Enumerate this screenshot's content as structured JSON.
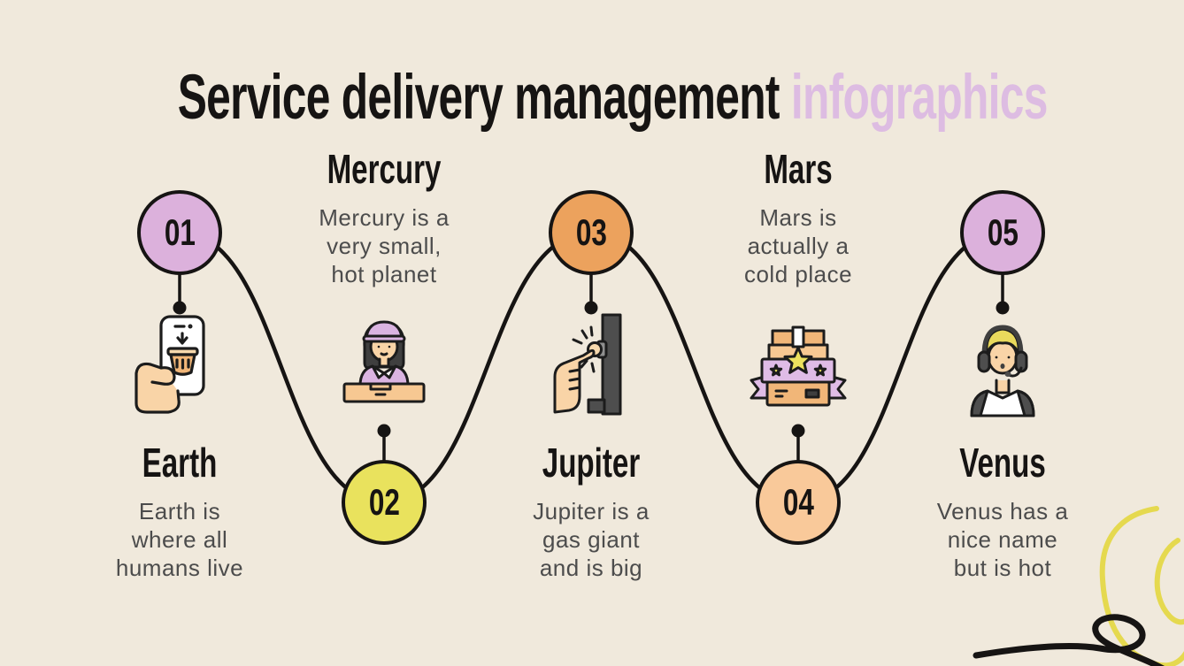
{
  "title": {
    "main": "Service delivery management ",
    "accent": "infographics",
    "accent_color": "#ddbce2"
  },
  "nodes": [
    {
      "number": "01",
      "label": "Earth",
      "description": "Earth is\nwhere all\nhumans live",
      "icon": "hand-holding-phone-order-icon",
      "circle_color": "#dcb1dc",
      "circle_position": "top"
    },
    {
      "number": "02",
      "label": "Mercury",
      "description": "Mercury is a\nvery small,\nhot planet",
      "icon": "delivery-woman-counter-icon",
      "circle_color": "#e9e25d",
      "circle_position": "bottom"
    },
    {
      "number": "03",
      "label": "Jupiter",
      "description": "Jupiter is a\ngas giant\nand is big",
      "icon": "hand-ringing-doorbell-icon",
      "circle_color": "#eca25d",
      "circle_position": "top"
    },
    {
      "number": "04",
      "label": "Mars",
      "description": "Mars is\nactually a\ncold place",
      "icon": "stacked-gift-boxes-icon",
      "circle_color": "#f9c99a",
      "circle_position": "bottom"
    },
    {
      "number": "05",
      "label": "Venus",
      "description": "Venus has a\nnice name\nbut is hot",
      "icon": "support-agent-headset-icon",
      "circle_color": "#dcb1dc",
      "circle_position": "top"
    }
  ],
  "colors": {
    "background": "#f0e9dc",
    "line": "#161413",
    "body_text": "#4c4c4c",
    "corner_scribble_yellow": "#e5d94f"
  }
}
